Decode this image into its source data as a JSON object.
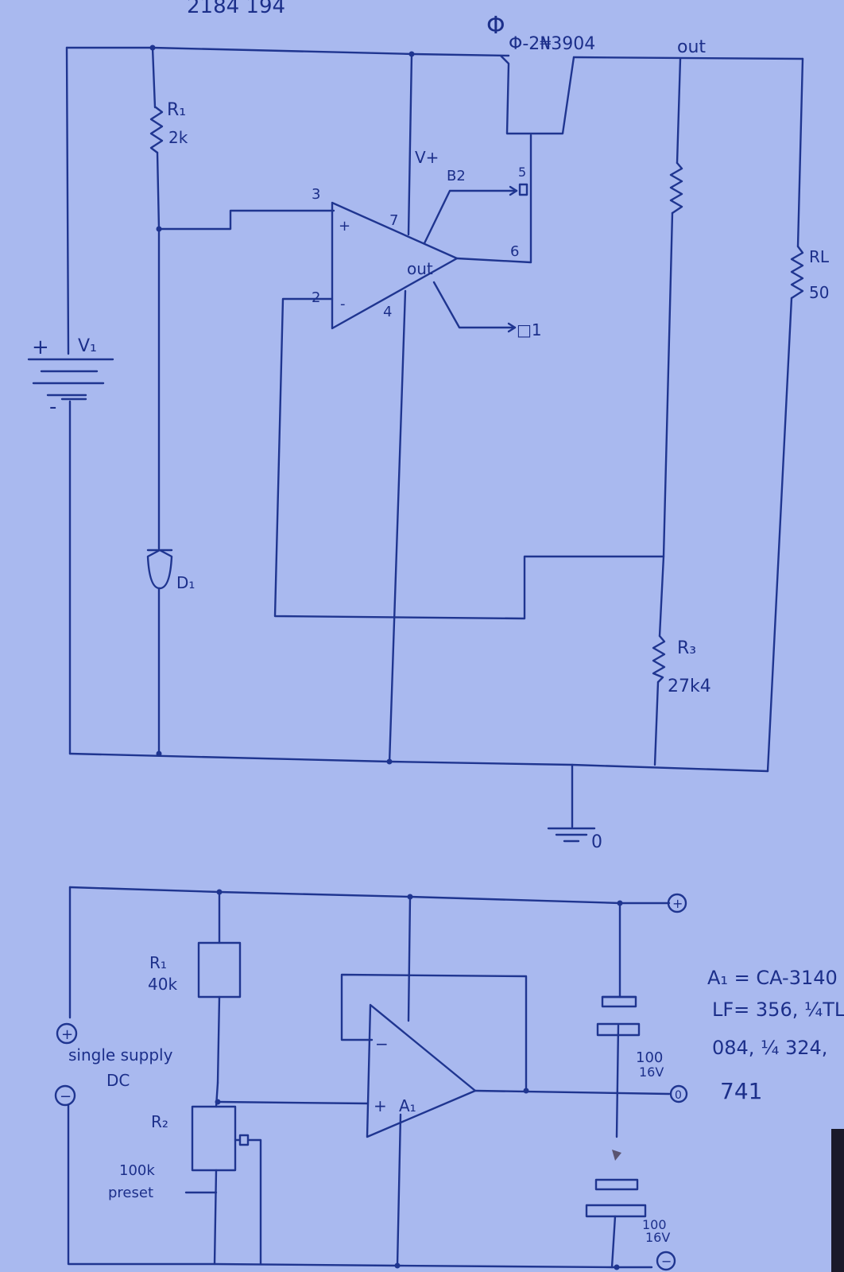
{
  "top_circuit": {
    "header_scrawl": "2184 194",
    "transistor_label": "Φ",
    "transistor_part": "Φ-2₦3904",
    "out_label": "out",
    "battery_plus": "+",
    "battery_minus": "-",
    "battery_label": "V₁",
    "r1_name": "R₁",
    "r1_value": "2k",
    "diode_label": "D₁",
    "opamp_pin3": "3",
    "opamp_pin2": "2",
    "opamp_pin7": "7",
    "opamp_pin4": "4",
    "opamp_pin5": "5",
    "opamp_pin6": "6",
    "opamp_plus": "+",
    "opamp_minus": "-",
    "opamp_out": "out",
    "vplus_label": "V+",
    "b2_label": "B2",
    "b1_label": "□1",
    "rl_name": "RL",
    "rl_value": "50",
    "r3_name": "R₃",
    "r3_value": "27k4",
    "ground_label": "0"
  },
  "bottom_circuit": {
    "r1_name": "R₁",
    "r1_value": "40k",
    "r2_name": "R₂",
    "r2_value": "100k",
    "r2_type": "preset",
    "supply_plus_symbol": "+",
    "supply_minus_symbol": "−",
    "supply_line1": "single supply",
    "supply_line2": "DC",
    "opamp_minus": "−",
    "opamp_plus": "+",
    "opamp_name": "A₁",
    "cap1_value": "100",
    "cap1_voltage": "16V",
    "cap2_value": "100",
    "cap2_voltage": "16V",
    "terminal_plus": "+",
    "terminal_mid": "0",
    "terminal_minus": "−"
  },
  "notes": {
    "line1": "A₁ = CA-3140",
    "line2": "LF= 356, ¼TL",
    "line3": "084, ¼ 324,",
    "line4": "741"
  }
}
